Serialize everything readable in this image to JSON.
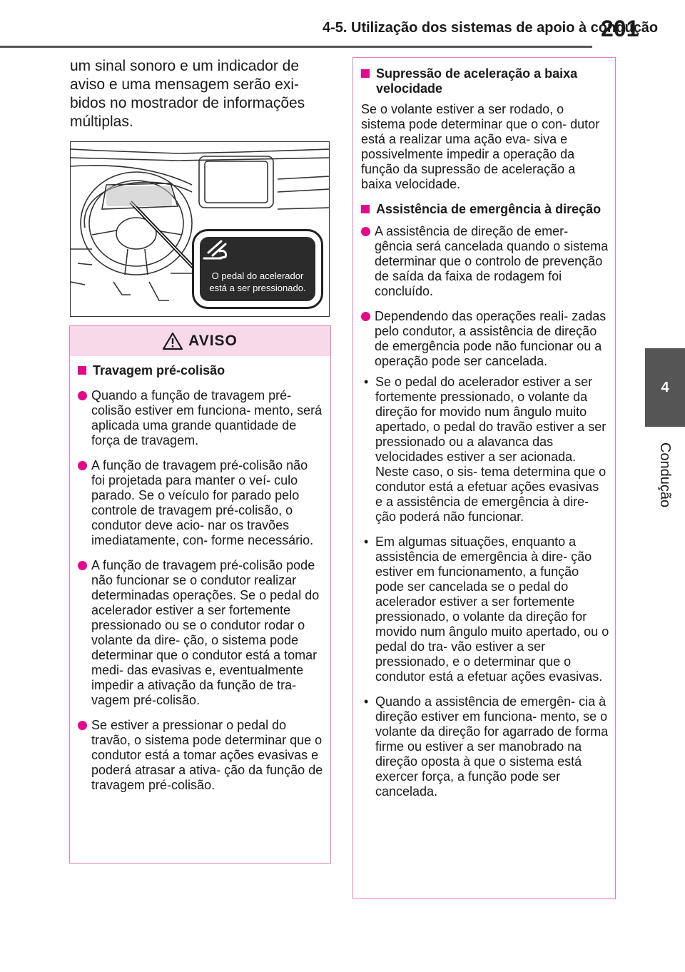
{
  "header": {
    "title": "4-5. Utilização dos sistemas de apoio à condução",
    "page_number": "201"
  },
  "side_tab": {
    "number": "4",
    "label": "Condução"
  },
  "intro_text": "um sinal sonoro e um indicador de aviso e uma mensagem serão exi- bidos no mostrador de informações múltiplas.",
  "illustration": {
    "callout_line1": "O pedal do acelerador",
    "callout_line2": "está a ser pressionado."
  },
  "warning": {
    "header": "AVISO",
    "section_title": "Travagem pré-colisão",
    "bullets": [
      "Quando a função de travagem pré-colisão estiver em funciona- mento, será aplicada uma grande quantidade de força de travagem.",
      "A função de travagem pré-colisão não foi projetada para manter o veí- culo parado. Se o veículo for parado pelo controle de travagem pré-colisão, o condutor deve acio- nar os travões imediatamente, con- forme necessário.",
      "A função de travagem pré-colisão pode não funcionar se o condutor realizar determinadas operações. Se o pedal do acelerador estiver a ser fortemente pressionado ou se o condutor rodar o volante da dire- ção, o sistema pode determinar que o condutor está a tomar medi- das evasivas e, eventualmente impedir a ativação da função de tra- vagem pré-colisão.",
      "Se estiver a pressionar o pedal do travão, o sistema pode determinar que o condutor está a tomar ações evasivas e poderá atrasar a ativa- ção da função de travagem pré-colisão."
    ]
  },
  "right_column": {
    "section1_title": "Supressão de aceleração a baixa velocidade",
    "section1_text": "Se o volante estiver a ser rodado, o sistema pode determinar que o con- dutor está a realizar uma ação eva- siva e possivelmente impedir a operação da função da supressão de aceleração a baixa velocidade.",
    "section2_title": "Assistência de emergência à direção",
    "bullets": [
      "A assistência de direção de emer- gência será cancelada quando o sistema determinar que o controlo de prevenção de saída da faixa de rodagem foi concluído.",
      "Dependendo das operações reali- zadas pelo condutor, a assistência de direção de emergência pode não funcionar ou a operação pode ser cancelada."
    ],
    "dash_items": [
      "Se o pedal do acelerador estiver a ser fortemente pressionado, o volante da direção for movido num ângulo muito apertado, o pedal do travão estiver a ser pressionado ou a alavanca das velocidades estiver a ser acionada. Neste caso, o sis- tema determina que o condutor está a efetuar ações evasivas e a assistência de emergência à dire- ção poderá não funcionar.",
      "Em algumas situações, enquanto a assistência de emergência à dire- ção estiver em funcionamento, a função pode ser cancelada se o pedal do acelerador estiver a ser fortemente pressionado, o volante da direção for movido num ângulo muito apertado, ou o pedal do tra- vão estiver a ser pressionado, e o determinar que o condutor está a efetuar ações evasivas.",
      "Quando a assistência de emergên- cia à direção estiver em funciona- mento, se o volante da direção for agarrado de forma firme ou estiver a ser manobrado na direção oposta à que o sistema está exercer força, a função pode ser cancelada."
    ],
    "dash_symbol": "•"
  },
  "colors": {
    "accent": "#e10a8c",
    "box_border": "#e37fbc",
    "warning_header_bg": "#f7d9ea",
    "tab_bg": "#555555"
  },
  "icons": {
    "section_marker": "square-icon",
    "bullet_marker": "circle-bullet-icon",
    "warning": "warning-triangle-icon",
    "pedal": "pedal-press-icon"
  }
}
